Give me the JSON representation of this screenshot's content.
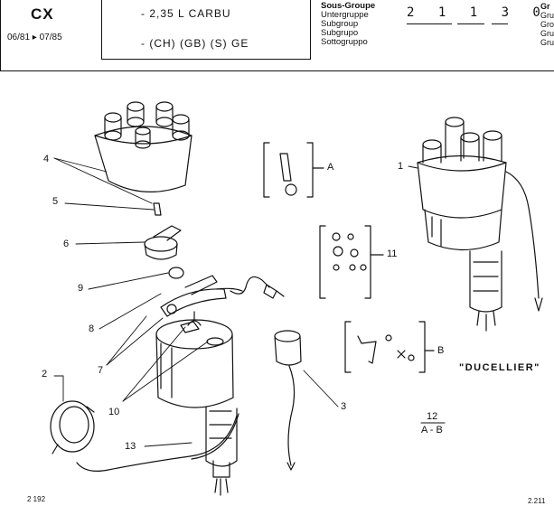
{
  "header": {
    "model": "CX",
    "dates": "06/81 ▸ 07/85",
    "spec_line1": "- 2,35 L CARBU",
    "spec_line2": "- (CH) (GB) (S) GE",
    "subgroup_labels": [
      "Sous-Groupe",
      "Untergruppe",
      "Subgroup",
      "Subgrupo",
      "Sottogruppo"
    ],
    "subgroup_code": "2 1 1 3 0",
    "group_labels": [
      "Gr",
      "Gru",
      "Gro",
      "Gru",
      "Gru"
    ]
  },
  "callouts": {
    "c1": "1",
    "c2": "2",
    "c3": "3",
    "c4": "4",
    "c5": "5",
    "c6": "6",
    "c7": "7",
    "c8": "8",
    "c9": "9",
    "c10": "10",
    "c11": "11",
    "c12": "12",
    "c13": "13",
    "cA": "A",
    "cB": "B",
    "c12_sub": "A - B"
  },
  "brand": "\"DUCELLIER\"",
  "footer": {
    "left": "2 192",
    "right": "2.211"
  }
}
